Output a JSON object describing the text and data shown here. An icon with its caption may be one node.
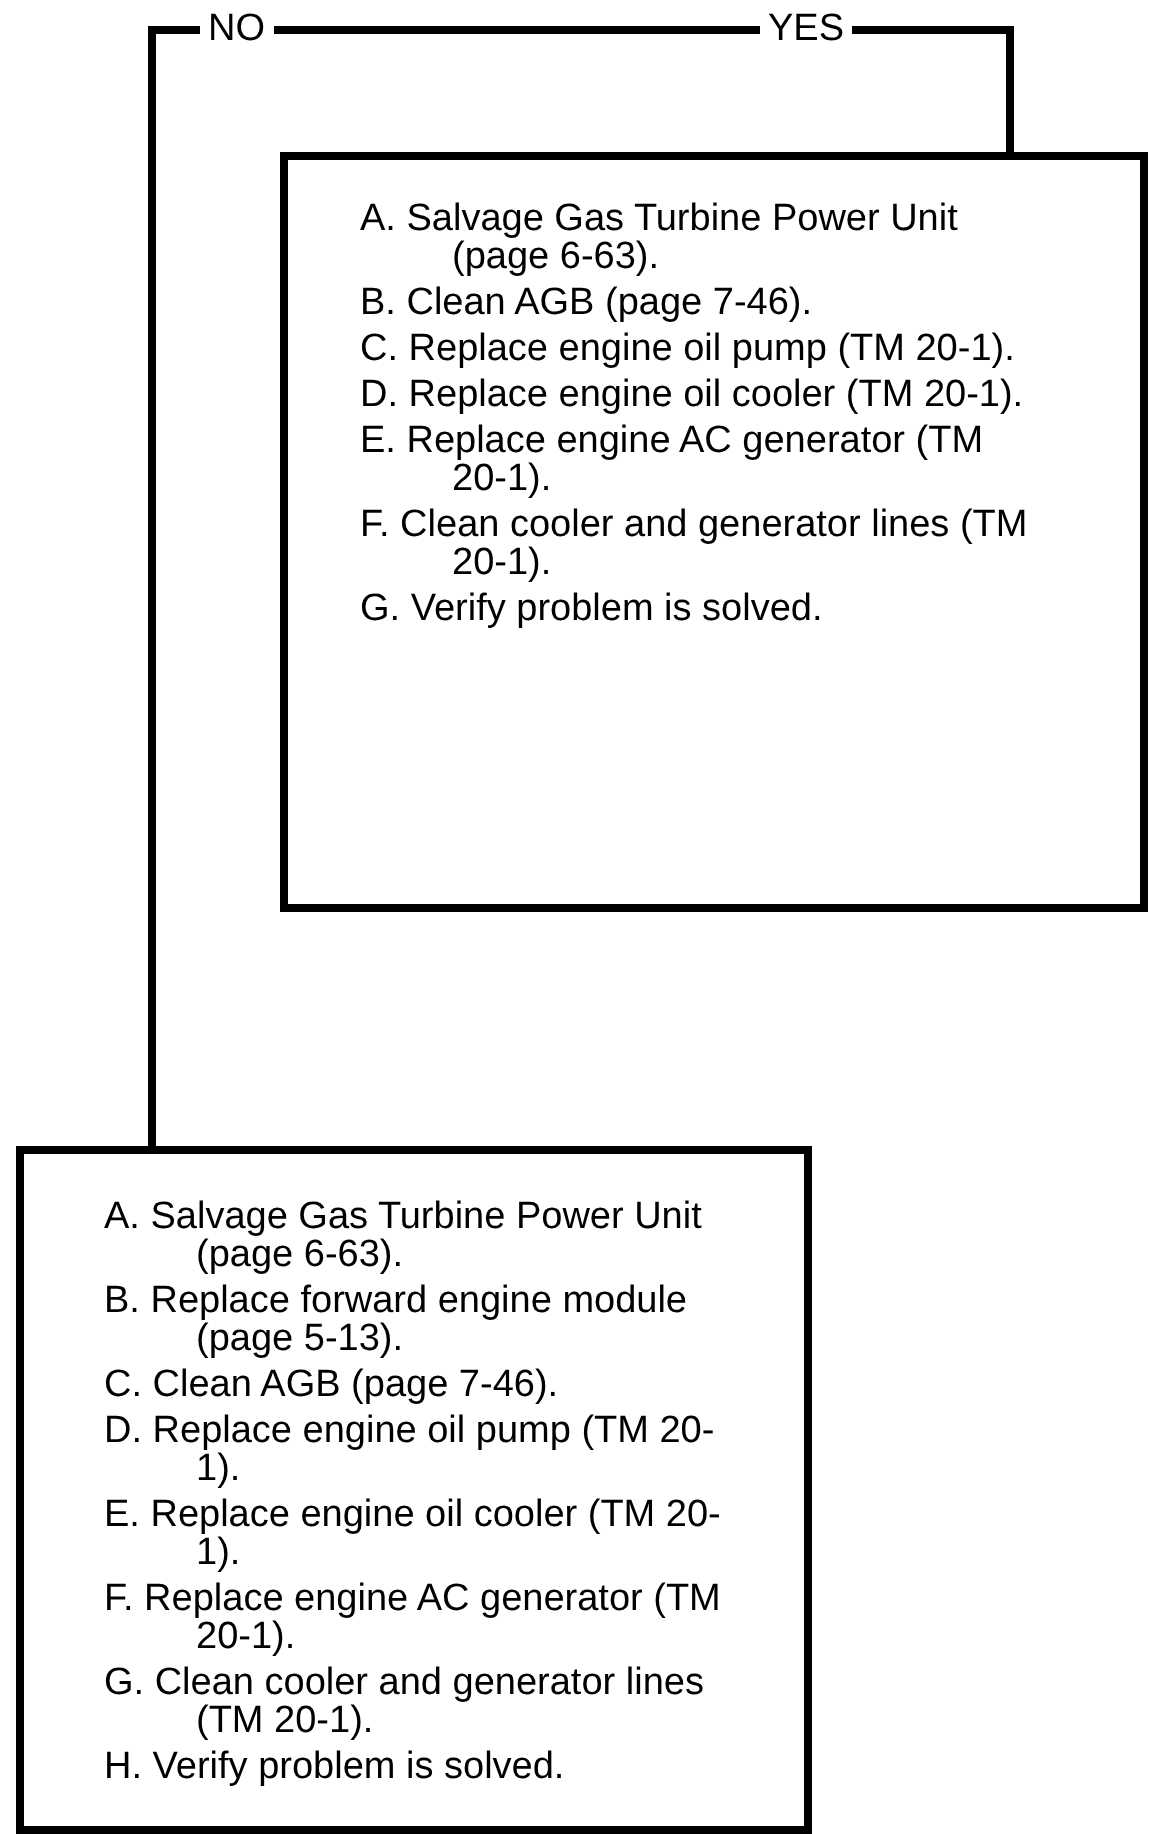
{
  "diagram": {
    "nodes": [
      {
        "text": [
          "A. Salvage Gas Turbine Power Unit (page 6-63).",
          "B. Clean AGB (page 7-46).",
          "C. Replace engine oil pump (TM 20-1).",
          "D. Replace engine oil cooler (TM 20-1).",
          "E. Replace engine AC generator (TM 20-1).",
          "F. Clean cooler and generator lines (TM 20-1).",
          "G. Verify problem is solved."
        ]
      },
      {
        "text": [
          "A. Salvage Gas Turbine Power Unit (page 6-63).",
          "B. Replace forward engine module (page 5-13).",
          "C. Clean AGB (page 7-46).",
          "D. Replace engine oil pump (TM 20-1).",
          "E. Replace engine oil cooler (TM 20-1).",
          "F. Replace engine AC generator (TM 20-1).",
          "G. Clean cooler and generator lines (TM 20-1).",
          "H. Verify problem is solved."
        ]
      }
    ],
    "edges": [
      {
        "from": null,
        "to": 1,
        "arrow": "none",
        "label": "NO"
      },
      {
        "from": null,
        "to": 0,
        "arrow": "none",
        "label": "YES"
      }
    ]
  }
}
